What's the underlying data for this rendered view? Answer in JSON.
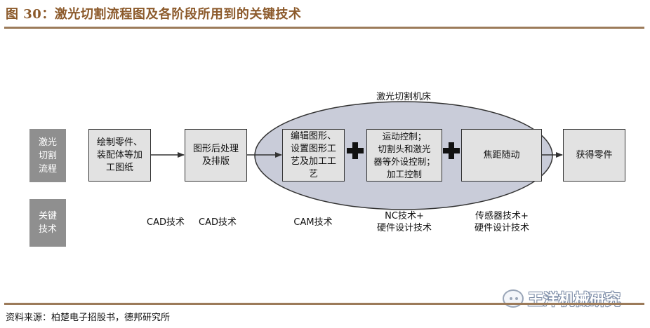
{
  "figure_title": "图 30：激光切割流程图及各阶段所用到的关键技术",
  "row_labels": {
    "process": "激光\n切割\n流程",
    "key_tech": "关键\n技术"
  },
  "ellipse_title": "激光切割机床",
  "steps": [
    "绘制零件、\n装配体等加\n工图纸",
    "图形后处理\n及排版",
    "编辑图形、\n设置图形工\n艺及加工工\n艺",
    "运动控制；\n切割头和激光\n器等外设控制；\n加工控制",
    "焦距随动",
    "获得零件"
  ],
  "technologies": [
    "CAD技术",
    "CAD技术",
    "CAM技术",
    "NC技术+\n硬件设计技术",
    "传感器技术+\n硬件设计技术"
  ],
  "source": "资料来源：柏楚电子招股书，德邦研究所",
  "watermark": "王洋机械研究",
  "colors": {
    "title": "#8c5a2b",
    "rule": "#9c7b5a",
    "row_label_bg": "#8f8f8f",
    "box_fill": "#e2e2e2",
    "ellipse_fill": "#c9ccd9"
  }
}
